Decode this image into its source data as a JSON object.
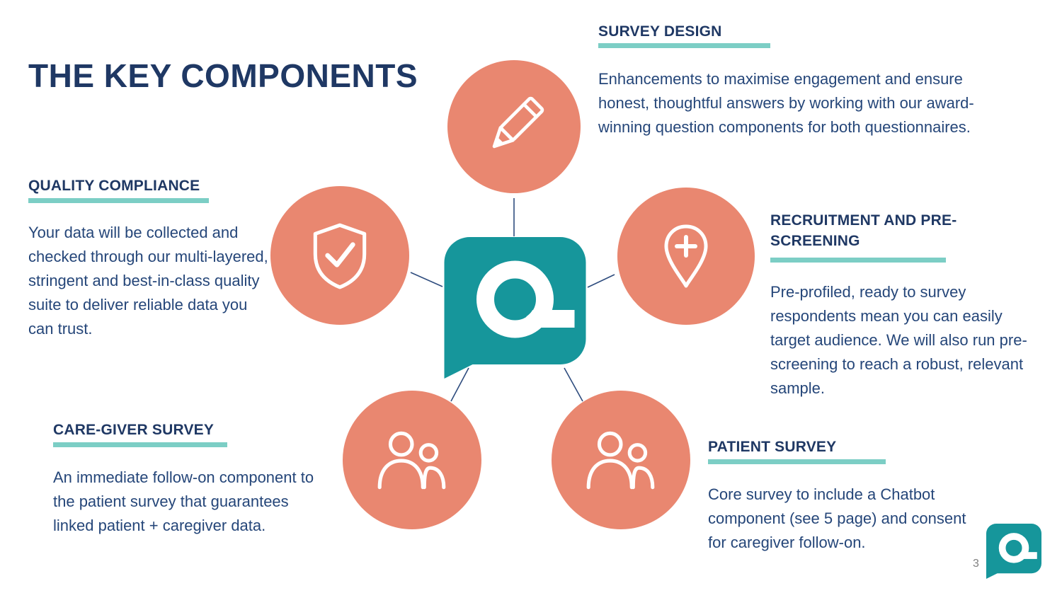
{
  "slide": {
    "title": "THE KEY COMPONENTS",
    "page_number": "3"
  },
  "colors": {
    "heading_navy": "#1F3864",
    "body_navy": "#254679",
    "accent_teal": "#7CCEC5",
    "node_coral": "#E98770",
    "logo_teal": "#16969B",
    "connector_navy": "#2E4C7E"
  },
  "icons": {
    "survey_design": "pencil-icon",
    "quality_compliance": "shield-check-icon",
    "recruitment_pre_screening": "location-plus-icon",
    "care_giver_survey": "people-icon",
    "patient_survey": "people-icon",
    "center": "q-speech-bubble-logo",
    "corner": "q-speech-bubble-logo"
  },
  "sections": {
    "survey_design": {
      "heading": "SURVEY DESIGN",
      "body": "Enhancements to maximise engagement and ensure honest, thoughtful answers by working with our award-winning question components for both questionnaires."
    },
    "quality_compliance": {
      "heading": "QUALITY COMPLIANCE",
      "body": "Your data will be collected and checked through our multi-layered, stringent and best-in-class quality suite to deliver reliable data you can trust."
    },
    "recruitment_pre_screening": {
      "heading": "RECRUITMENT AND PRE-SCREENING",
      "body": "Pre-profiled, ready to survey respondents mean you can easily target audience. We will also run pre-screening to reach a robust, relevant sample."
    },
    "care_giver_survey": {
      "heading": "CARE-GIVER SURVEY",
      "body": "An immediate follow-on component to the patient survey that guarantees linked patient + caregiver data."
    },
    "patient_survey": {
      "heading": "PATIENT SURVEY",
      "body": "Core survey to include a Chatbot component (see 5 page) and consent for caregiver follow-on."
    }
  }
}
